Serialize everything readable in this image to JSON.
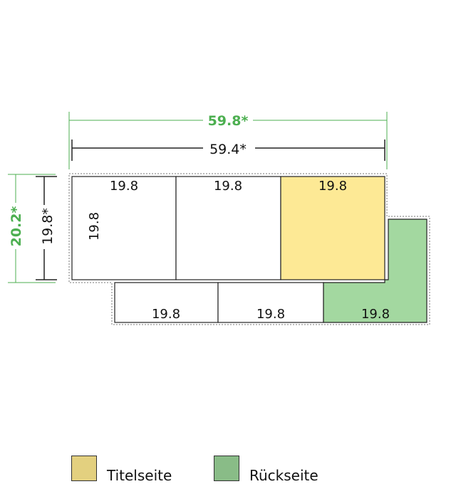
{
  "dimensions": {
    "outer_width": "59.8*",
    "inner_width": "59.4*",
    "outer_height": "20.2*",
    "inner_height": "19.8*"
  },
  "panels": {
    "top_left": "19.8",
    "top_left_side": "19.8",
    "top_middle": "19.8",
    "top_right": "19.8",
    "bottom_left": "19.8",
    "bottom_middle": "19.8",
    "bottom_right": "19.8"
  },
  "legend": {
    "title_page": "Titelseite",
    "back_page": "Rückseite"
  },
  "colors": {
    "title_page_fill": "#FDE995",
    "back_page_fill": "#A3D8A0",
    "title_page_swatch": "#E3D07F",
    "back_page_swatch": "#89BC87",
    "accent_green": "#4CAF50",
    "line": "#222222"
  }
}
